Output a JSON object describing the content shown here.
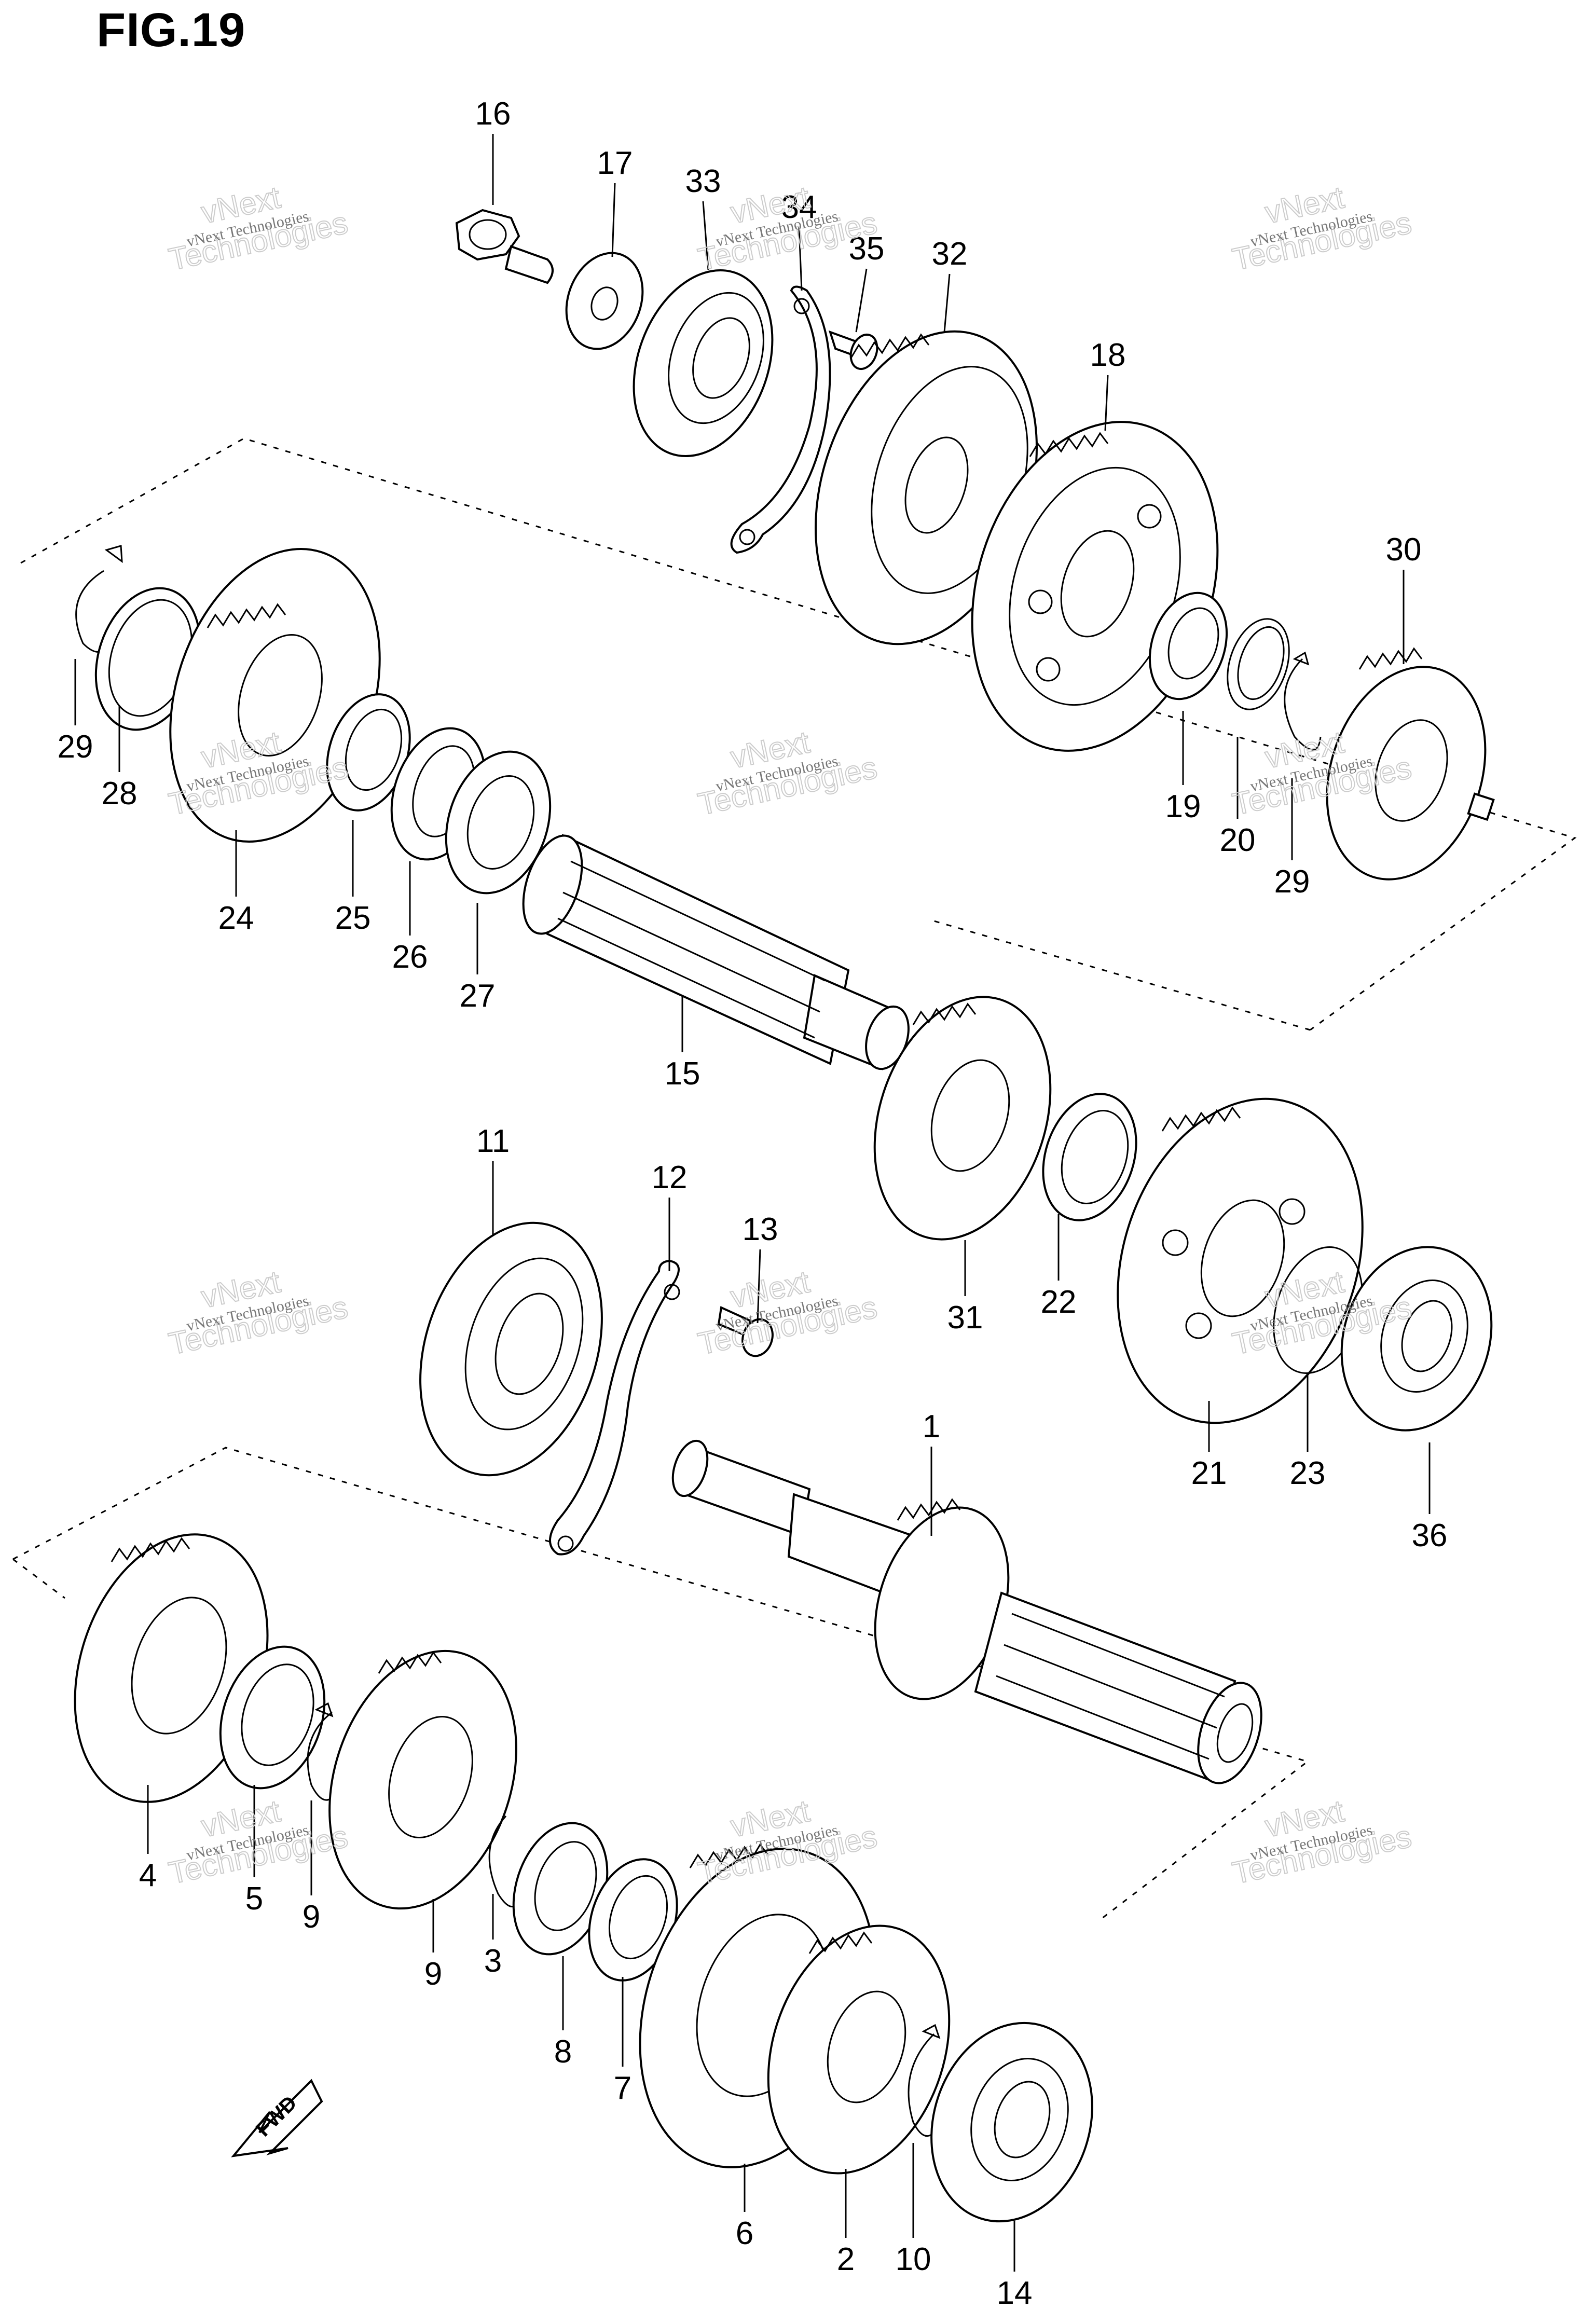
{
  "figure": {
    "title": "FIG.19"
  },
  "watermark": {
    "line1": "vNext",
    "line2": "Technologies",
    "caption": "vNext Technologies"
  },
  "fwd_label": "FWD",
  "callouts": [
    {
      "id": "c16",
      "label": "16"
    },
    {
      "id": "c17",
      "label": "17"
    },
    {
      "id": "c33",
      "label": "33"
    },
    {
      "id": "c34",
      "label": "34"
    },
    {
      "id": "c35",
      "label": "35"
    },
    {
      "id": "c32",
      "label": "32"
    },
    {
      "id": "c18",
      "label": "18"
    },
    {
      "id": "c30",
      "label": "30"
    },
    {
      "id": "c29a",
      "label": "29"
    },
    {
      "id": "c28",
      "label": "28"
    },
    {
      "id": "c24",
      "label": "24"
    },
    {
      "id": "c25",
      "label": "25"
    },
    {
      "id": "c26",
      "label": "26"
    },
    {
      "id": "c27",
      "label": "27"
    },
    {
      "id": "c15",
      "label": "15"
    },
    {
      "id": "c19",
      "label": "19"
    },
    {
      "id": "c20",
      "label": "20"
    },
    {
      "id": "c29b",
      "label": "29"
    },
    {
      "id": "c11",
      "label": "11"
    },
    {
      "id": "c12",
      "label": "12"
    },
    {
      "id": "c13",
      "label": "13"
    },
    {
      "id": "c31",
      "label": "31"
    },
    {
      "id": "c22",
      "label": "22"
    },
    {
      "id": "c21",
      "label": "21"
    },
    {
      "id": "c23",
      "label": "23"
    },
    {
      "id": "c36",
      "label": "36"
    },
    {
      "id": "c1",
      "label": "1"
    },
    {
      "id": "c4",
      "label": "4"
    },
    {
      "id": "c5",
      "label": "5"
    },
    {
      "id": "c9a",
      "label": "9"
    },
    {
      "id": "c9b",
      "label": "9"
    },
    {
      "id": "c3",
      "label": "3"
    },
    {
      "id": "c8",
      "label": "8"
    },
    {
      "id": "c7",
      "label": "7"
    },
    {
      "id": "c6",
      "label": "6"
    },
    {
      "id": "c2",
      "label": "2"
    },
    {
      "id": "c10",
      "label": "10"
    },
    {
      "id": "c14",
      "label": "14"
    }
  ]
}
